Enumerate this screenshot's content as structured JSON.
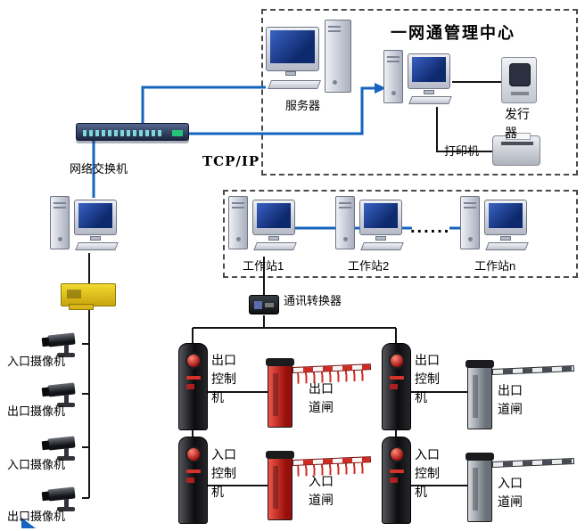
{
  "diagram": {
    "title": "一网通管理中心",
    "server": "服务器",
    "network_switch": "网络交换机",
    "protocol": "TCP/IP",
    "issuer": "发行器",
    "printer": "打印机",
    "workstation_1": "工作站1",
    "workstation_2": "工作站2",
    "workstation_n": "工作站n",
    "ellipsis": "......",
    "converter": "通讯转换器",
    "camera_entry_1": "入口摄像机",
    "camera_exit_1": "出口摄像机",
    "camera_entry_2": "入口摄像机",
    "camera_exit_2": "出口摄像机",
    "exit_controller_1": "出口控制机",
    "exit_gate_1": "出口道闸",
    "exit_controller_2": "出口控制机",
    "exit_gate_2": "出口道闸",
    "entry_controller_1": "入口控制机",
    "entry_gate_1": "入口道闸",
    "entry_controller_2": "入口控制机",
    "entry_gate_2": "入口道闸"
  },
  "colors": {
    "wire_blue": "#1565c0",
    "wire_black": "#141414",
    "screen_blue": "#16307a",
    "capture_card_yellow": "#e8c81e",
    "gate_red": "#c0181c",
    "gate_gray": "#8a8f96"
  }
}
